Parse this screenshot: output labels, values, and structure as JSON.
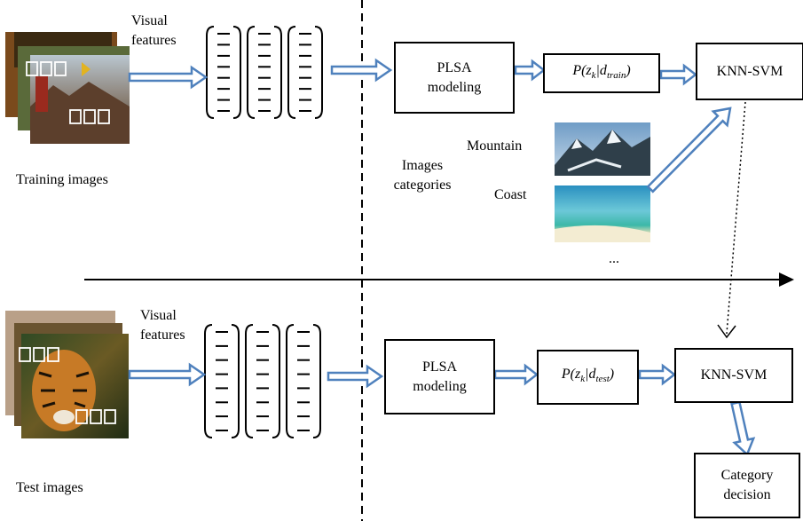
{
  "colors": {
    "arrow_fill": "#ffffff",
    "arrow_stroke": "#4f81bd",
    "line": "#000000"
  },
  "train": {
    "images_label": "Training images",
    "features_label_1": "Visual",
    "features_label_2": "features",
    "plsa_label_1": "PLSA",
    "plsa_label_2": "modeling",
    "prob_prefix": "P(z",
    "prob_k": "k",
    "prob_mid": "|d",
    "prob_sub": "train",
    "prob_suffix": ")",
    "classifier_label": "KNN-SVM"
  },
  "categories": {
    "title_1": "Images",
    "title_2": "categories",
    "items": [
      "Mountain",
      "Coast"
    ],
    "more": "..."
  },
  "test": {
    "images_label": "Test images",
    "features_label_1": "Visual",
    "features_label_2": "features",
    "plsa_label_1": "PLSA",
    "plsa_label_2": "modeling",
    "prob_prefix": "P(z",
    "prob_k": "k",
    "prob_mid": "|d",
    "prob_sub": "test",
    "prob_suffix": ")",
    "classifier_label": "KNN-SVM",
    "decision_label_1": "Category",
    "decision_label_2": "decision"
  },
  "icons": {
    "training_photos": "photo-stack-icon",
    "test_photos": "photo-stack-icon",
    "feature_vectors": "histogram-vectors-icon",
    "mountain_photo": "mountain-photo-icon",
    "coast_photo": "coast-photo-icon"
  }
}
